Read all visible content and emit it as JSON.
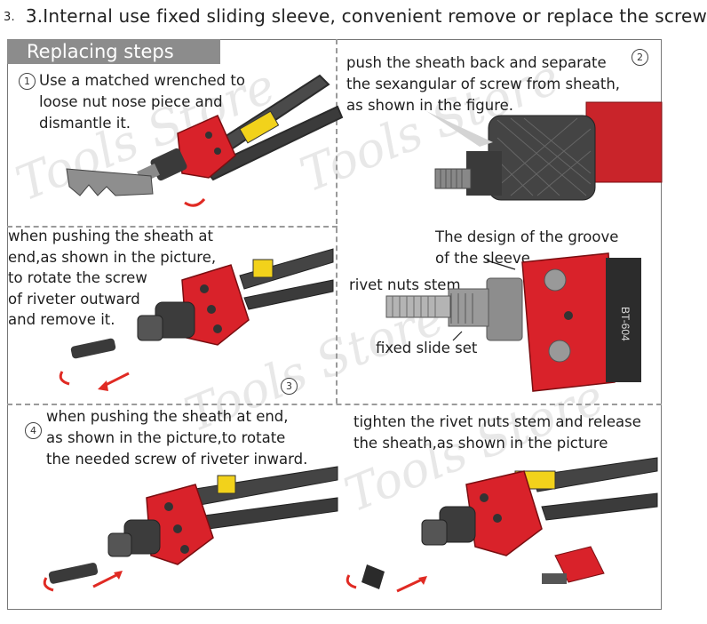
{
  "heading": {
    "number": "3.",
    "text": "3.Internal use fixed sliding sleeve, convenient remove or replace the screw."
  },
  "banner": {
    "title": "Replacing steps"
  },
  "steps": [
    {
      "marker": "1",
      "lines": [
        "Use a matched wrenched to",
        "loose nut nose piece and",
        "dismantle it."
      ]
    },
    {
      "marker": "2",
      "lines": [
        "push the sheath back and separate",
        "the sexangular of screw from sheath,",
        "as shown in the figure."
      ]
    },
    {
      "marker": "3",
      "lines": [
        "when pushing the sheath at",
        "end,as shown in the picture,",
        "to rotate the screw",
        "of riveter outward",
        "and remove it."
      ]
    },
    {
      "marker": "4",
      "lines": [
        "when pushing the sheath at end,",
        "as shown in the picture,to rotate",
        "the needed screw of riveter inward."
      ]
    },
    {
      "marker": "",
      "lines": [
        "tighten the rivet nuts stem and release",
        "the sheath,as shown in the picture"
      ]
    }
  ],
  "callouts": {
    "groove_line1": "The design of the groove",
    "groove_line2": "of the sleeve",
    "stem": "rivet nuts stem",
    "slide_set": "fixed slide set"
  },
  "tool": {
    "model": "BT-604"
  },
  "watermark": {
    "text": "Tools Store"
  },
  "colors": {
    "accent": "#d9222a",
    "banner": "#8c8c8c",
    "dash": "#9a9a9a",
    "arrow": "#e02a23"
  }
}
